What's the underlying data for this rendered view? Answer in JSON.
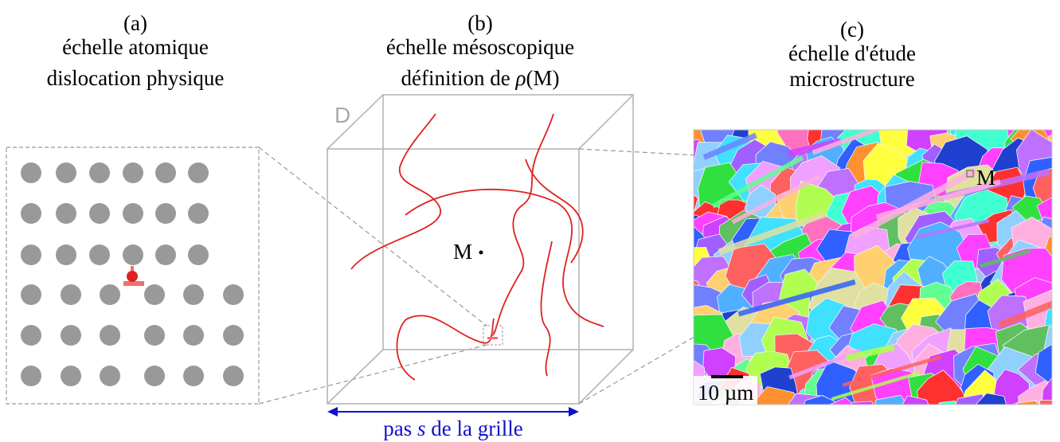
{
  "panels": {
    "a": {
      "letter": "(a)",
      "line1": "échelle atomique",
      "line2": "dislocation physique"
    },
    "b": {
      "letter": "(b)",
      "line1": "échelle mésoscopique",
      "line2_prefix": "définition de ",
      "line2_symbol": "ρ",
      "line2_suffix": "(M)"
    },
    "c": {
      "letter": "(c)",
      "line1": "échelle d'étude",
      "line2": "microstructure"
    }
  },
  "cube_label": "D",
  "point_label_b": "M",
  "point_label_c": "M",
  "scale_bar_label": "10 µm",
  "grid_step": {
    "prefix": "pas ",
    "symbol": "s",
    "suffix": " de la grille"
  },
  "colors": {
    "atom": "#999999",
    "dislocation": "#e02020",
    "dislocation_symbol": "#f07070",
    "cube": "#b5b5b5",
    "arrow": "#1010cc",
    "label_grey": "#aaaaaa"
  }
}
